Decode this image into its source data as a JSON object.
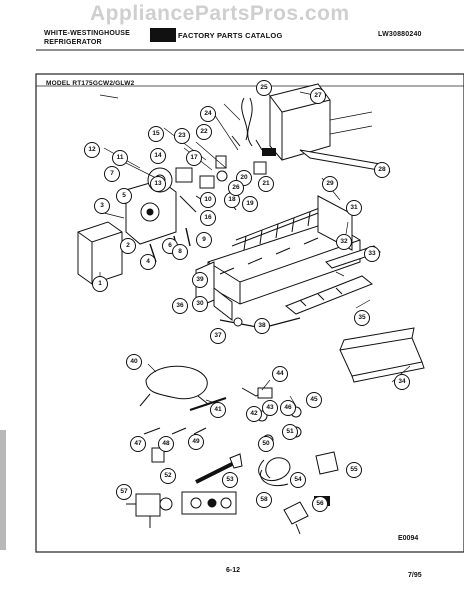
{
  "watermark": "AppliancePartsPros.com",
  "header": {
    "brand_line1": "WHITE-WESTINGHOUSE",
    "brand_line2": "REFRIGERATOR",
    "catalog_title": "FACTORY PARTS CATALOG",
    "catalog_number": "LW30880240",
    "model": "MODEL RT175GCW2/GLW2"
  },
  "footer": {
    "code": "E0094",
    "page": "6-12",
    "date": "7/95"
  },
  "callouts": [
    "1",
    "2",
    "3",
    "4",
    "5",
    "6",
    "7",
    "8",
    "9",
    "10",
    "11",
    "12",
    "13",
    "14",
    "15",
    "16",
    "17",
    "18",
    "19",
    "20",
    "21",
    "22",
    "23",
    "24",
    "25",
    "26",
    "27",
    "28",
    "29",
    "30",
    "31",
    "32",
    "33",
    "34",
    "35",
    "36",
    "37",
    "38",
    "39",
    "40",
    "41",
    "42",
    "43",
    "44",
    "45",
    "46",
    "47",
    "48",
    "49",
    "50",
    "51",
    "52",
    "53",
    "54",
    "55",
    "56",
    "57",
    "58"
  ]
}
